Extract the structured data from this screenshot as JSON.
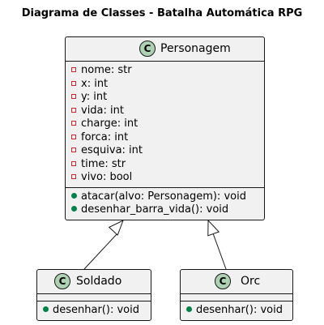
{
  "title": "Diagrama de Classes - Batalha Automática RPG",
  "classes": {
    "personagem": {
      "stereotype": "C",
      "name": "Personagem",
      "attributes": [
        "nome: str",
        "x: int",
        "y: int",
        "vida: int",
        "charge: int",
        "forca: int",
        "esquiva: int",
        "time: str",
        "vivo: bool"
      ],
      "methods": [
        "atacar(alvo: Personagem): void",
        "desenhar_barra_vida(): void"
      ]
    },
    "soldado": {
      "stereotype": "C",
      "name": "Soldado",
      "methods": [
        "desenhar(): void"
      ]
    },
    "orc": {
      "stereotype": "C",
      "name": "Orc",
      "methods": [
        "desenhar(): void"
      ]
    }
  },
  "colors": {
    "class_fill": "#f1f1f1",
    "border": "#181818",
    "class_icon": "#add1b2",
    "private": "#c82930",
    "public": "#038048"
  }
}
